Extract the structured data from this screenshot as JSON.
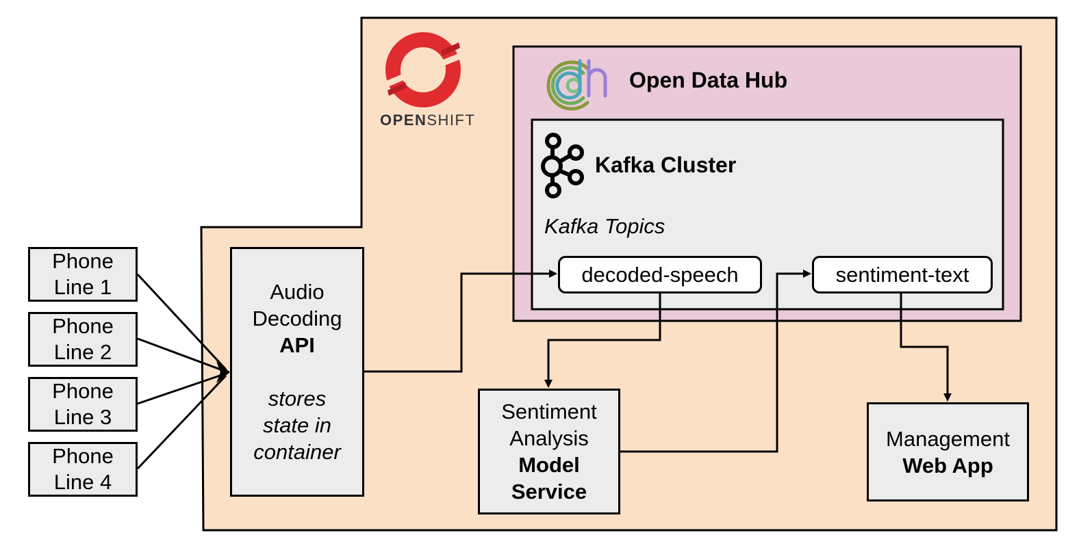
{
  "openshift": {
    "logo_text_bold": "OPEN",
    "logo_text_light": "SHIFT"
  },
  "open_data_hub": {
    "title": "Open Data Hub"
  },
  "kafka": {
    "title": "Kafka Cluster",
    "topics_label": "Kafka Topics"
  },
  "topics": [
    {
      "label": "decoded-speech"
    },
    {
      "label": "sentiment-text"
    }
  ],
  "phone_lines": [
    {
      "line1": "Phone",
      "line2": "Line 1"
    },
    {
      "line1": "Phone",
      "line2": "Line 2"
    },
    {
      "line1": "Phone",
      "line2": "Line 3"
    },
    {
      "line1": "Phone",
      "line2": "Line 4"
    }
  ],
  "audio_api": {
    "line1": "Audio",
    "line2": "Decoding",
    "line3": "API",
    "note1": "stores",
    "note2": "state in",
    "note3": "container"
  },
  "sentiment_service": {
    "line1": "Sentiment",
    "line2": "Analysis",
    "line3": "Model",
    "line4": "Service"
  },
  "management_app": {
    "line1": "Management",
    "line2": "Web App"
  },
  "colors": {
    "openshift_bg": "#fce0c6",
    "odh_bg": "#eacad8",
    "kafka_bg": "#ececec",
    "box_bg": "#ececec",
    "openshift_red": "#e02b2f",
    "odh_logo_colors": [
      "#8a9a3c",
      "#4aa6b8",
      "#7bc47f",
      "#9a7fd6"
    ]
  }
}
